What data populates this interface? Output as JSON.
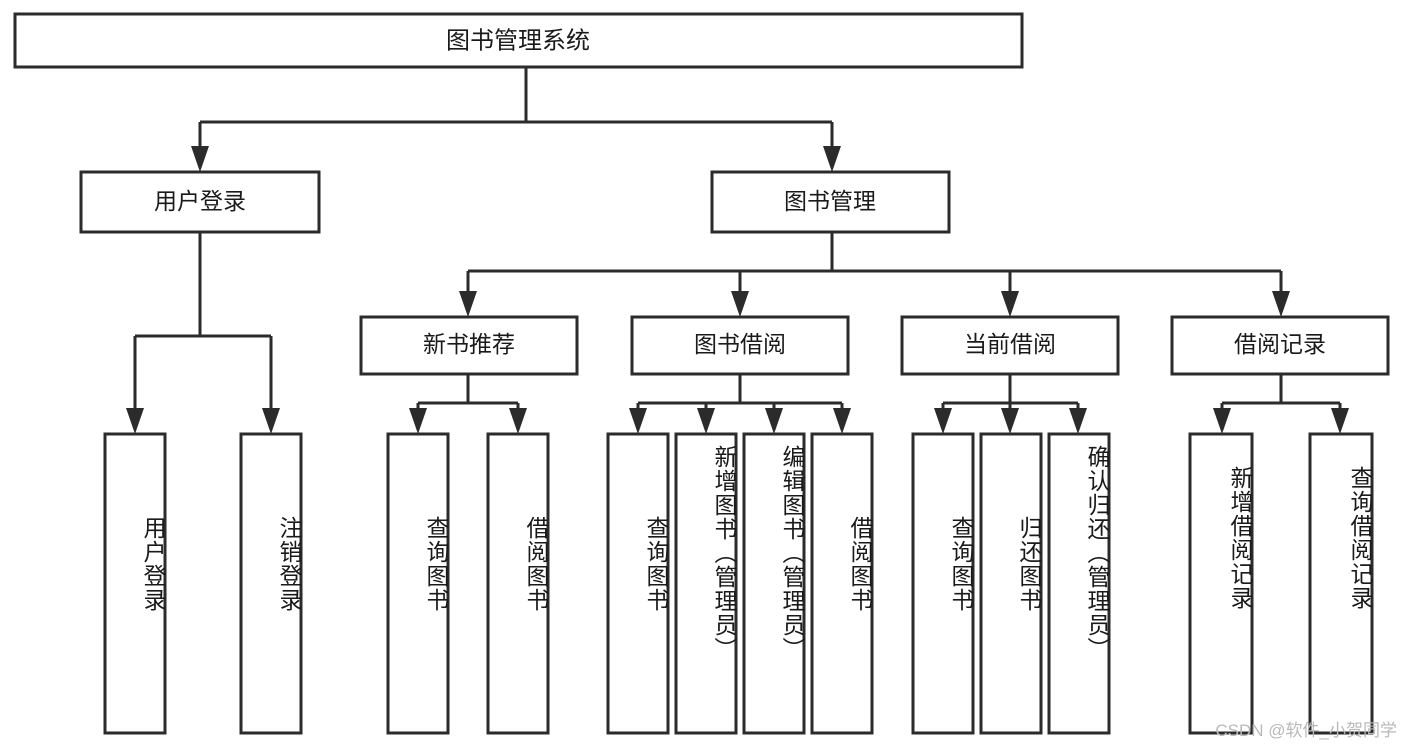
{
  "diagram": {
    "type": "tree",
    "title": "图书管理系统",
    "root": {
      "label": "图书管理系统",
      "level": 0
    },
    "level2": [
      {
        "label": "用户登录"
      },
      {
        "label": "图书管理"
      }
    ],
    "level3": [
      {
        "label": "新书推荐"
      },
      {
        "label": "图书借阅"
      },
      {
        "label": "当前借阅"
      },
      {
        "label": "借阅记录"
      }
    ],
    "leaves": {
      "user_login": [
        {
          "label": "用户登录"
        },
        {
          "label": "注销登录"
        }
      ],
      "new_book_recommend": [
        {
          "label": "查询图书"
        },
        {
          "label": "借阅图书"
        }
      ],
      "book_borrow": [
        {
          "label": "查询图书"
        },
        {
          "label": "新增图书（管理员）"
        },
        {
          "label": "编辑图书（管理员）"
        },
        {
          "label": "借阅图书"
        }
      ],
      "current_borrow": [
        {
          "label": "查询图书"
        },
        {
          "label": "归还图书"
        },
        {
          "label": "确认归还（管理员）"
        }
      ],
      "borrow_record": [
        {
          "label": "新增借阅记录"
        },
        {
          "label": "查询借阅记录"
        }
      ]
    }
  },
  "watermark": {
    "text": "CSDN @软件_小贺同学"
  },
  "colors": {
    "stroke": "#2b2b2b",
    "box_fill": "#ffffff",
    "text": "#1a1a1a",
    "watermark": "#b9b9b9",
    "background": "#ffffff"
  }
}
